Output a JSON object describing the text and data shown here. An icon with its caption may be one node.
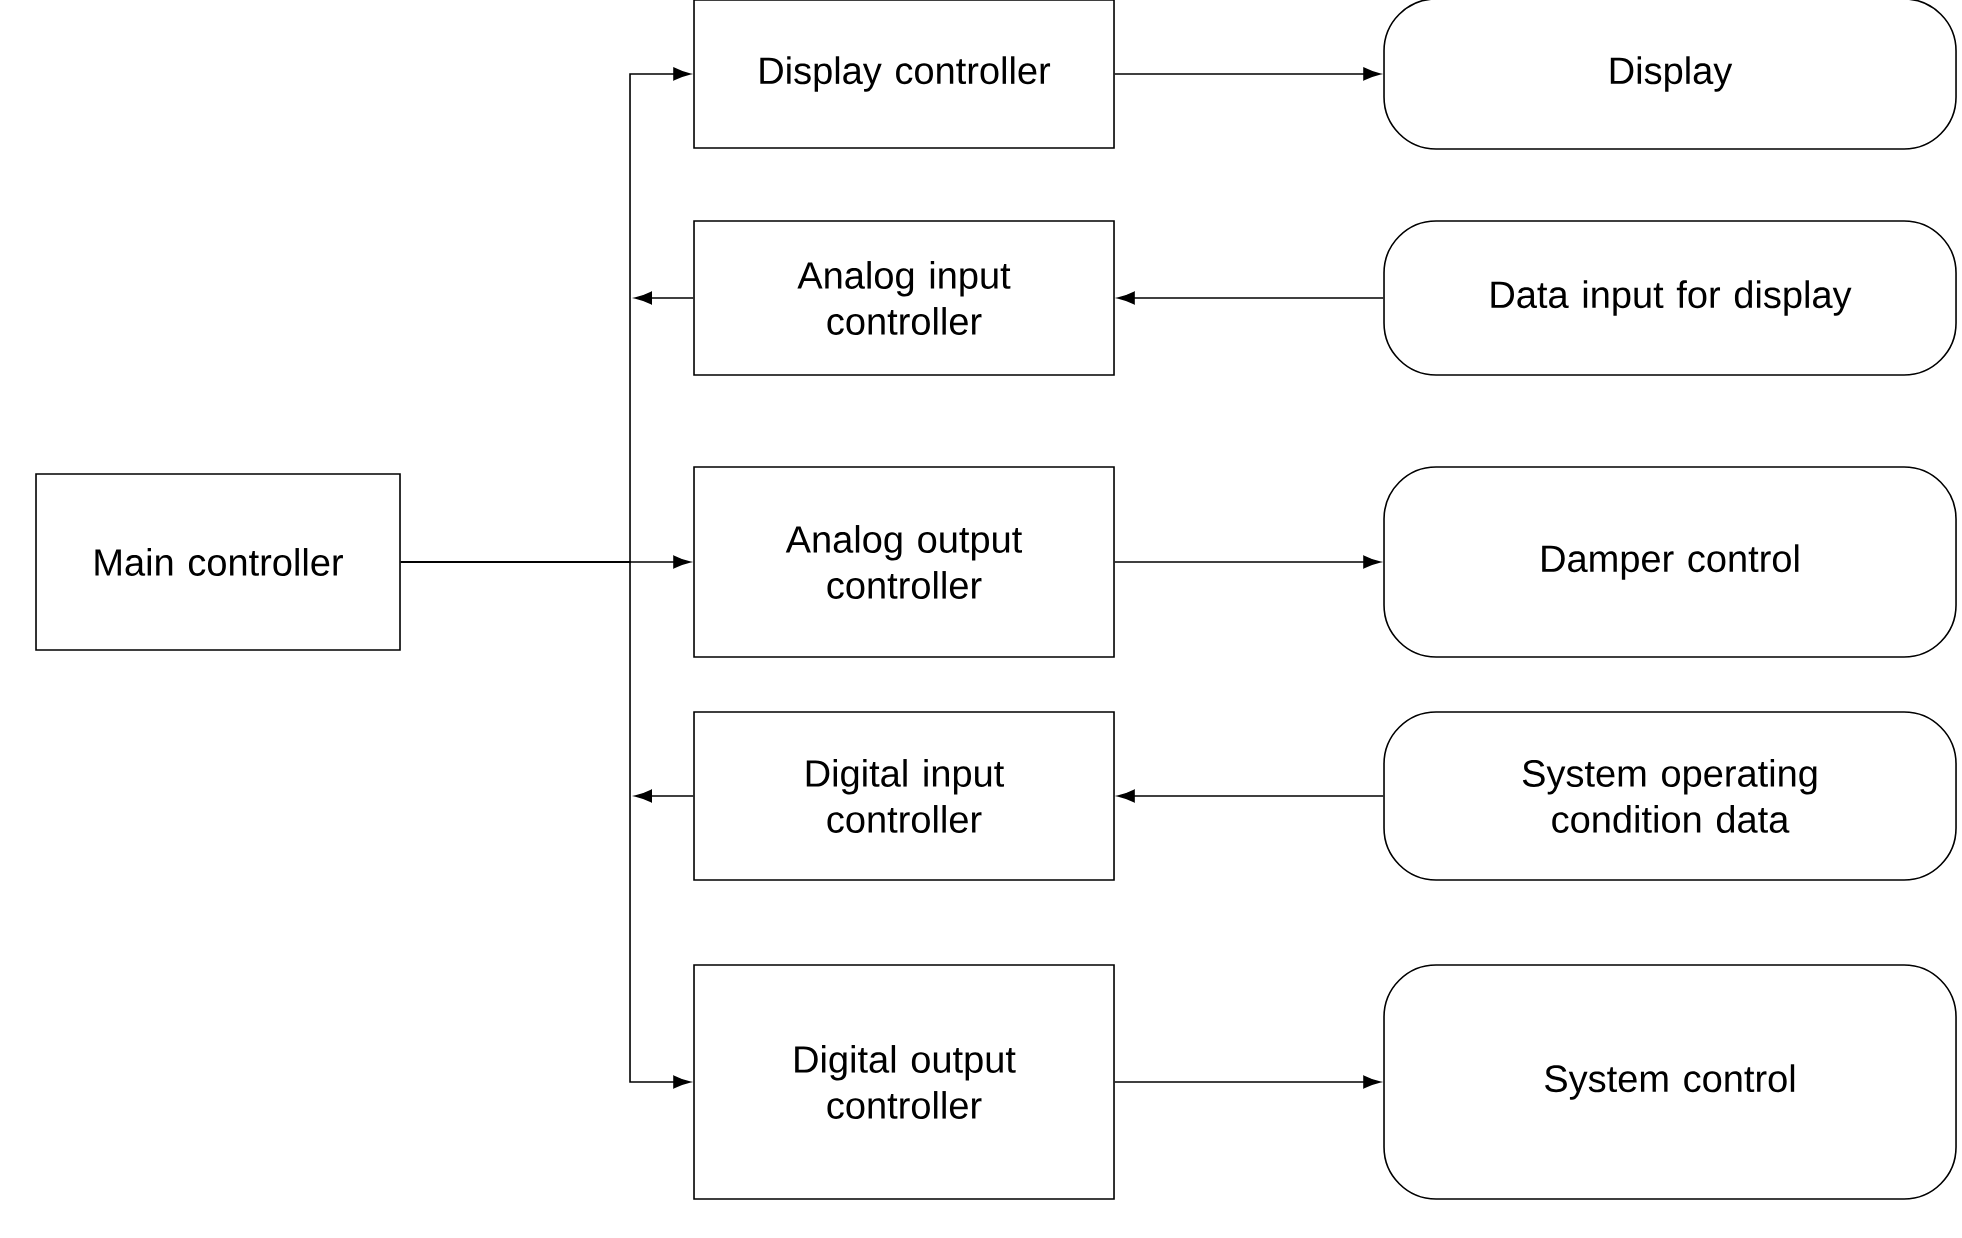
{
  "diagram": {
    "nodes": [
      {
        "text": [
          "Main controller"
        ]
      },
      {
        "text": [
          "Display controller"
        ]
      },
      {
        "text": [
          "Analog input controller"
        ]
      },
      {
        "text": [
          "Analog output controller"
        ]
      },
      {
        "text": [
          "Digital input controller"
        ]
      },
      {
        "text": [
          "Digital output controller"
        ]
      },
      {
        "text": [
          "Display"
        ]
      },
      {
        "text": [
          "Data input for display"
        ]
      },
      {
        "text": [
          "Damper control"
        ]
      },
      {
        "text": [
          "System operating condition data"
        ]
      },
      {
        "text": [
          "System control"
        ]
      }
    ],
    "edges": [
      {
        "from": 0,
        "to": 1,
        "arrow": "to"
      },
      {
        "from": 2,
        "to": null,
        "arrow": "to"
      },
      {
        "from": 0,
        "to": 3,
        "arrow": "to"
      },
      {
        "from": 4,
        "to": null,
        "arrow": "to"
      },
      {
        "from": 0,
        "to": 5,
        "arrow": "to"
      },
      {
        "from": 1,
        "to": 6,
        "arrow": "to"
      },
      {
        "from": 7,
        "to": 2,
        "arrow": "to"
      },
      {
        "from": 3,
        "to": 8,
        "arrow": "to"
      },
      {
        "from": 9,
        "to": 4,
        "arrow": "to"
      },
      {
        "from": 5,
        "to": 10,
        "arrow": "to"
      }
    ]
  }
}
